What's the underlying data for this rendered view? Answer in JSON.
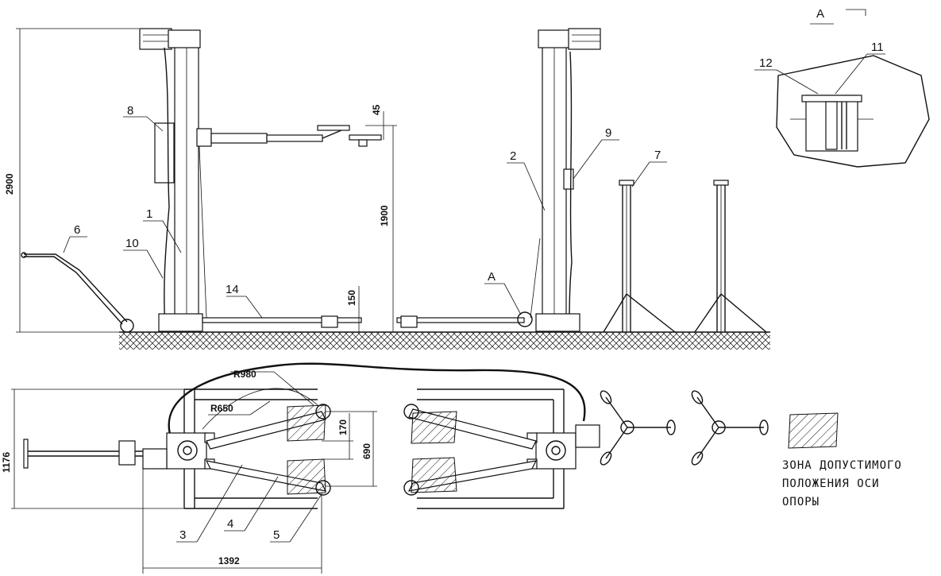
{
  "dimensions": {
    "total_height": "2900",
    "lift_height": "1900",
    "min_height": "150",
    "pad_height": "45",
    "width_overall": "1176",
    "base_length": "1392",
    "radius_outer": "R980",
    "radius_inner": "R650",
    "arm_span": "690",
    "arm_gap": "170"
  },
  "callouts": {
    "c1": "1",
    "c2": "2",
    "c3": "3",
    "c4": "4",
    "c5": "5",
    "c6": "6",
    "c7": "7",
    "c8": "8",
    "c9": "9",
    "c10": "10",
    "c11": "11",
    "c12": "12",
    "c14": "14",
    "cA": "A"
  },
  "detail": {
    "title": "A"
  },
  "legend": {
    "line1": "ЗОНА ДОПУСТИМОГО",
    "line2": "ПОЛОЖЕНИЯ ОСИ",
    "line3": "ОПОРЫ"
  }
}
